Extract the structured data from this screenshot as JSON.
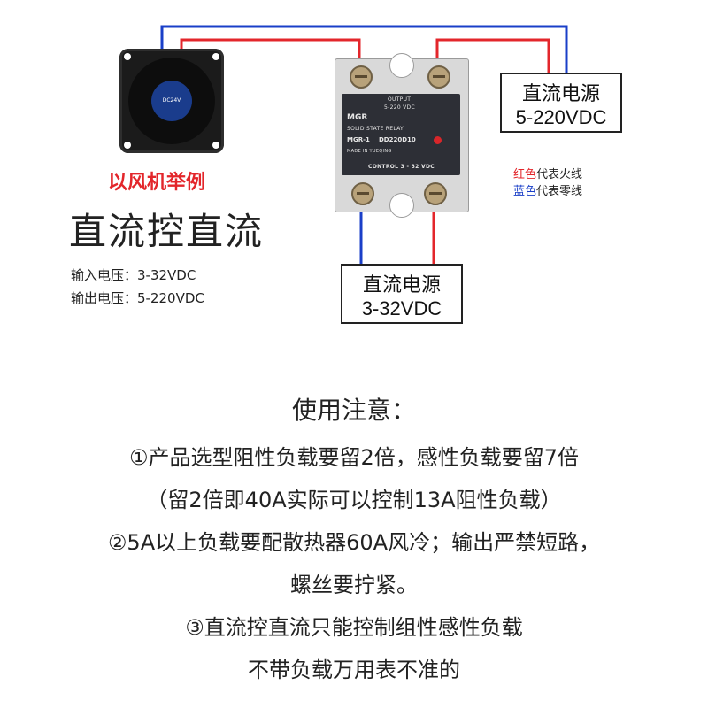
{
  "colors": {
    "red_wire": "#e3262b",
    "blue_wire": "#1a3fc8",
    "title_red": "#e3262b"
  },
  "fan": {
    "icon": "cooling-fan-icon",
    "hub_label": "DC24V"
  },
  "relay": {
    "icon": "solid-state-relay-icon",
    "output_label": "OUTPUT",
    "output_range": "5-220 VDC",
    "brand": "MGR",
    "type": "SOLID STATE RELAY",
    "model_prefix": "MGR-1",
    "model": "DD220D10",
    "made_in": "MADE IN YUEQING",
    "control_label": "CONTROL 3 - 32 VDC"
  },
  "output_source": {
    "line1": "直流电源",
    "line2": "5-220VDC"
  },
  "input_source": {
    "line1": "直流电源",
    "line2": "3-32VDC"
  },
  "example_title": "以风机举例",
  "main_title": "直流控直流",
  "specs": {
    "input": "输入电压：3-32VDC",
    "output": "输出电压：5-220VDC"
  },
  "legend": {
    "red_word": "红色",
    "red_rest": "代表火线",
    "blue_word": "蓝色",
    "blue_rest": "代表零线"
  },
  "notes": {
    "heading": "使用注意：",
    "line1": "①产品选型阻性负载要留2倍，感性负载要留7倍",
    "line2": "（留2倍即40A实际可以控制13A阻性负载）",
    "line3": "②5A以上负载要配散热器60A风冷；输出严禁短路，",
    "line4": "螺丝要拧紧。",
    "line5": "③直流控直流只能控制组性感性负载",
    "line6": "不带负载万用表不准的"
  }
}
